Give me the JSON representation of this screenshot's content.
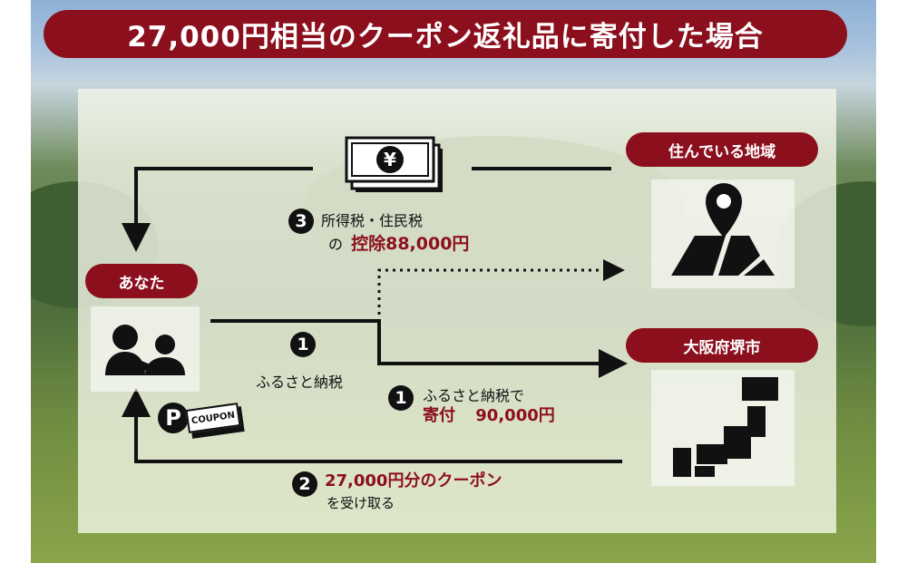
{
  "title": "27,000円相当のクーポン返礼品に寄付した場合",
  "nodes": {
    "region": "住んでいる地域",
    "you": "あなた",
    "city": "大阪府堺市"
  },
  "steps": {
    "step1_left": {
      "num": "1",
      "label": "ふるさと納税"
    },
    "step1_right": {
      "num": "1",
      "line1": "ふるさと納税で",
      "prefix": "寄付",
      "amount": "90,000円"
    },
    "step2": {
      "num": "2",
      "amount": "27,000円分のクーポン",
      "suffix": "を受け取る"
    },
    "step3": {
      "num": "3",
      "line1": "所得税・住民税",
      "prefix": "の",
      "amount": "控除88,000円"
    }
  },
  "coupon_label": "COUPON",
  "coupon_letter": "P",
  "yen_symbol": "¥",
  "colors": {
    "accent": "#8c0f1d",
    "ink": "#111111"
  },
  "icons": [
    "money-icon",
    "map-pin-icon",
    "people-icon",
    "coupon-icon",
    "japan-map-icon"
  ]
}
